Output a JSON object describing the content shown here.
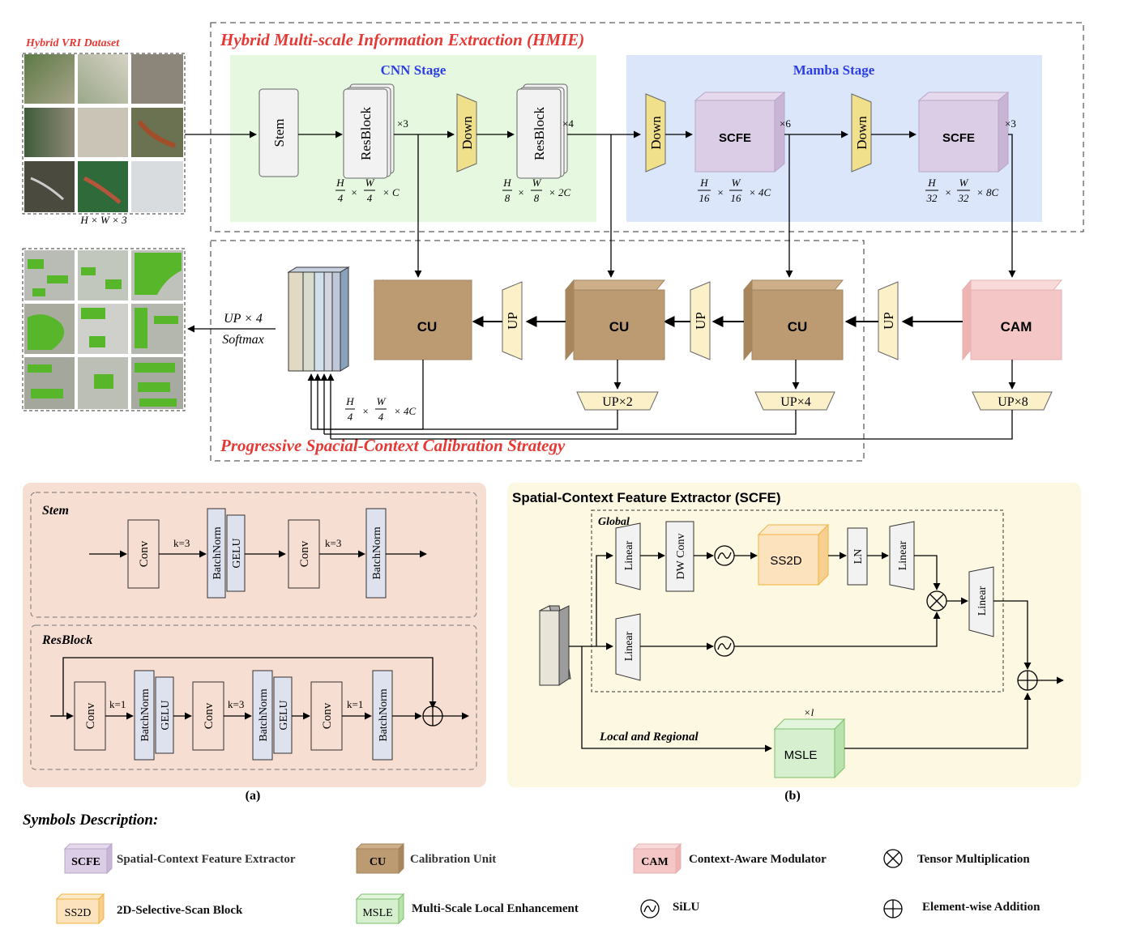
{
  "dataset": {
    "title": "Hybrid VRI Dataset",
    "size": "H × W × 3"
  },
  "hmie": {
    "title": "Hybrid Multi-scale Information Extraction (HMIE)"
  },
  "cnn_stage": {
    "title": "CNN Stage",
    "stem": "Stem",
    "resblock1": "ResBlock",
    "resblock1_rep": "×3",
    "down": "Down",
    "resblock2": "ResBlock",
    "resblock2_rep": "×4",
    "shape1": {
      "a": "H",
      "a_den": "4",
      "b": "W",
      "b_den": "4",
      "c": "× C"
    },
    "shape2": {
      "a": "H",
      "a_den": "8",
      "b": "W",
      "b_den": "8",
      "c": "× 2C"
    }
  },
  "mamba_stage": {
    "title": "Mamba Stage",
    "down1": "Down",
    "scfe1": "SCFE",
    "scfe1_rep": "×6",
    "down2": "Down",
    "scfe2": "SCFE",
    "scfe2_rep": "×3",
    "shape1": {
      "a": "H",
      "a_den": "16",
      "b": "W",
      "b_den": "16",
      "c": "× 4C"
    },
    "shape2": {
      "a": "H",
      "a_den": "32",
      "b": "W",
      "b_den": "32",
      "c": "× 8C"
    }
  },
  "pscc": {
    "title": "Progressive Spacial-Context Calibration Strategy",
    "cu1": "CU",
    "cu2": "CU",
    "cu3": "CU",
    "cam": "CAM",
    "up1": "UP",
    "up2": "UP",
    "up3": "UP",
    "up_x2": "UP×2",
    "up_x4": "UP×4",
    "up_x8": "UP×8",
    "out_up": "UP × 4",
    "out_softmax": "Softmax",
    "concat_shape": {
      "a": "H",
      "a_den": "4",
      "b": "W",
      "b_den": "4",
      "c": "× 4C"
    }
  },
  "panel_a": {
    "caption": "(a)",
    "stem_title": "Stem",
    "stem_blocks": [
      "Conv",
      "BatchNorm",
      "GELU",
      "Conv",
      "BatchNorm"
    ],
    "stem_k": [
      "k=3",
      "k=3"
    ],
    "resblock_title": "ResBlock",
    "resblock_blocks": [
      "Conv",
      "BatchNorm",
      "GELU",
      "Conv",
      "BatchNorm",
      "GELU",
      "Conv",
      "BatchNorm"
    ],
    "resblock_k": [
      "k=1",
      "k=3",
      "k=1"
    ]
  },
  "panel_b": {
    "caption": "(b)",
    "title": "Spatial-Context Feature Extractor (SCFE)",
    "global_label": "Global",
    "linear": "Linear",
    "dwconv": "DW Conv",
    "ss2d": "SS2D",
    "ln": "LN",
    "local_label": "Local and Regional",
    "msle": "MSLE",
    "msle_rep": "×l"
  },
  "legend": {
    "title": "Symbols Description:",
    "items": [
      {
        "tag": "SCFE",
        "text": "Spatial-Context Feature Extractor"
      },
      {
        "tag": "CU",
        "text": "Calibration Unit"
      },
      {
        "tag": "CAM",
        "text": "Context-Aware Modulator"
      },
      {
        "tag": "",
        "text": "Tensor Multiplication"
      },
      {
        "tag": "SS2D",
        "text": "2D-Selective-Scan Block"
      },
      {
        "tag": "MSLE",
        "text": "Multi-Scale Local Enhancement"
      },
      {
        "tag": "",
        "text": "SiLU"
      },
      {
        "tag": "",
        "text": "Element-wise Addition"
      }
    ]
  },
  "colors": {
    "red_title": "#e53935",
    "blue_title": "#2b3ee6",
    "cnn_bg": "#e6f8e0",
    "mamba_bg": "#dbe6fb",
    "cu": "#bc9b72",
    "cam": "#f4c6c6",
    "scfe": "#dccde6",
    "up": "#fbf0c8",
    "down": "#f0e08c",
    "panel_a_bg": "#f7ded2",
    "panel_b_bg": "#fdf8e2",
    "ss2d": "#fde3bd",
    "msle": "#d6efcf",
    "veg": "#58b62a"
  }
}
